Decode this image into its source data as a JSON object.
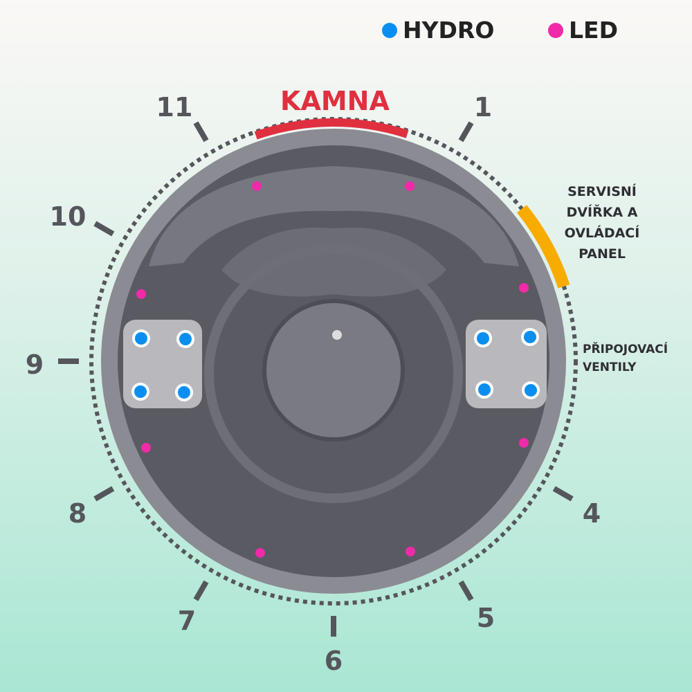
{
  "legend": [
    {
      "label": "HYDRO",
      "color": "#0a8ff0"
    },
    {
      "label": "LED",
      "color": "#f02aa8"
    }
  ],
  "labels": {
    "kamna": "KAMNA",
    "service": [
      "SERVISNÍ",
      "DVÍŘKA A",
      "OVLÁDACÍ",
      "PANEL"
    ],
    "valves": [
      "PŘIPOJOVACÍ",
      "VENTILY"
    ]
  },
  "clock": [
    "1",
    "4",
    "5",
    "6",
    "7",
    "8",
    "9",
    "10",
    "11"
  ],
  "colors": {
    "kamna": "#e0303f",
    "service": "#f8ac00",
    "hydro": "#0a8ff0",
    "led": "#f02aa8"
  }
}
